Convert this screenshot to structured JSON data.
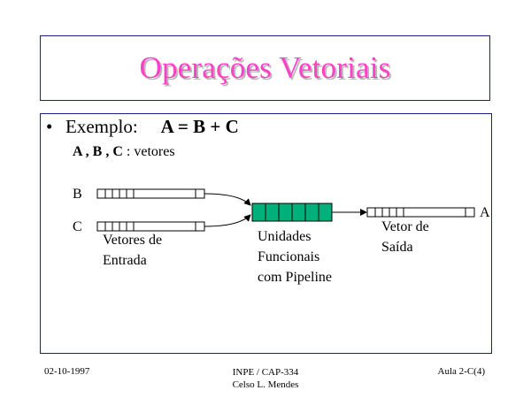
{
  "slide": {
    "title": "Operações Vetoriais",
    "bullet": {
      "marker": "•",
      "text": "Exemplo:",
      "equation": "A = B + C"
    },
    "subline": {
      "vars": "A , B , C",
      "rest": " : vetores"
    }
  },
  "diagram": {
    "label_b": "B",
    "label_c": "C",
    "label_a": "A",
    "input_caption": [
      "Vetores de",
      "Entrada"
    ],
    "pipeline_caption": [
      "Unidades",
      "Funcionais",
      "com Pipeline"
    ],
    "output_caption": [
      "Vetor de",
      "Saída"
    ],
    "colors": {
      "pipeline_fill": "#00b07a",
      "stroke": "#000000",
      "frame": "#1c1c8a",
      "title": "#ff40c8"
    }
  },
  "footer": {
    "date": "02-10-1997",
    "center_line1": "INPE / CAP-334",
    "center_line2": "Celso L. Mendes",
    "right": "Aula 2-C(4)"
  }
}
